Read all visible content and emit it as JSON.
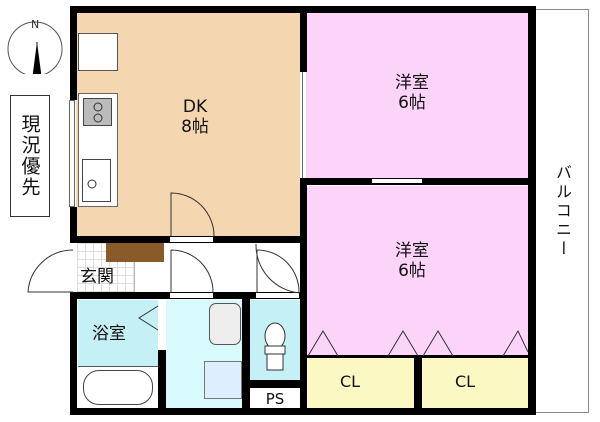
{
  "compass": {
    "north_label": "N"
  },
  "notice": {
    "text": "現況優先"
  },
  "rooms": {
    "dk": {
      "name": "DK",
      "size": "8帖",
      "color": "#f4d6b0"
    },
    "western1": {
      "name": "洋室",
      "size": "6帖",
      "color": "#fcd4fa"
    },
    "western2": {
      "name": "洋室",
      "size": "6帖",
      "color": "#fcd4fa"
    },
    "entrance": {
      "name": "玄関"
    },
    "bath": {
      "name": "浴室",
      "color": "#c4f0f6"
    },
    "closet1": {
      "name": "CL",
      "color": "#fbf8c4"
    },
    "closet2": {
      "name": "CL",
      "color": "#fbf8c4"
    },
    "ps": {
      "name": "PS"
    },
    "balcony": {
      "name": "バルコニー"
    }
  },
  "colors": {
    "wall": "#000000",
    "washroom": "#d8fafd",
    "toilet": "#c4f0f6",
    "shoe_box": "#8b5a2b"
  }
}
